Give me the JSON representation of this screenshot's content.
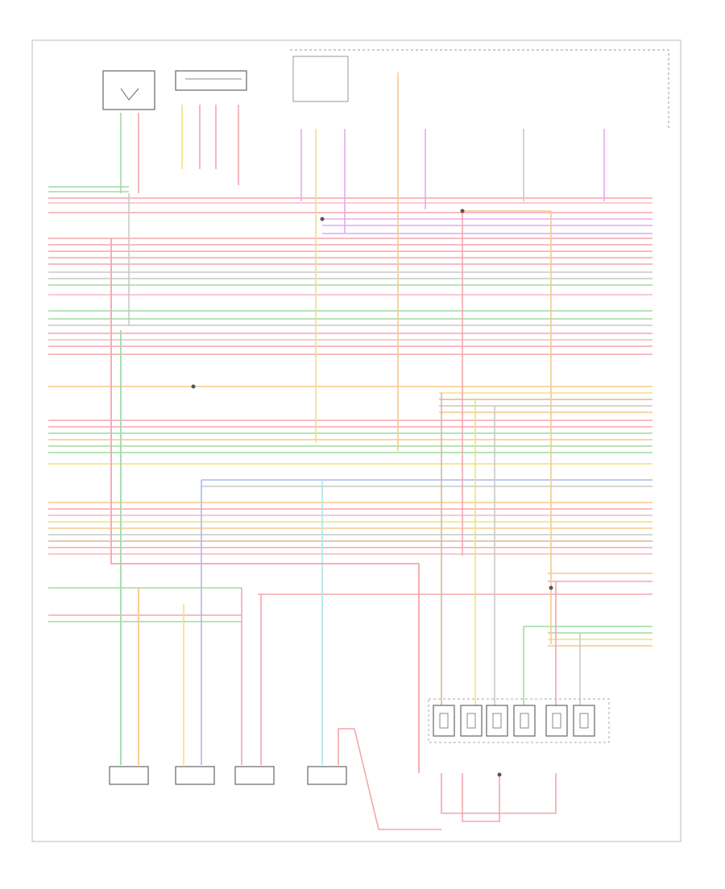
{
  "diagram": {
    "footer_code": "",
    "components": [
      {
        "name": "component-top-left-switch",
        "label": "",
        "pins": []
      },
      {
        "name": "component-top-center-sensor",
        "label": "",
        "pins": []
      },
      {
        "name": "component-transmission-box",
        "label": "",
        "pins": []
      },
      {
        "name": "component-bottom-sensor-1",
        "label": ""
      },
      {
        "name": "component-bottom-sensor-2",
        "label": ""
      },
      {
        "name": "component-bottom-sensor-3",
        "label": ""
      },
      {
        "name": "component-bottom-sensor-4",
        "label": ""
      },
      {
        "name": "component-fuel-injectors",
        "label": ""
      }
    ],
    "wire_colors": {
      "red": "#f4a6ad",
      "pink": "#f6b8c4",
      "green": "#9fdca4",
      "yellow": "#f1e27a",
      "orange": "#f6c98a",
      "blue": "#a9b8ee",
      "violet": "#e7a8ee",
      "lightblue": "#a8e6ea",
      "grey": "#c9c9c9",
      "brown": "#d8b69a"
    }
  }
}
